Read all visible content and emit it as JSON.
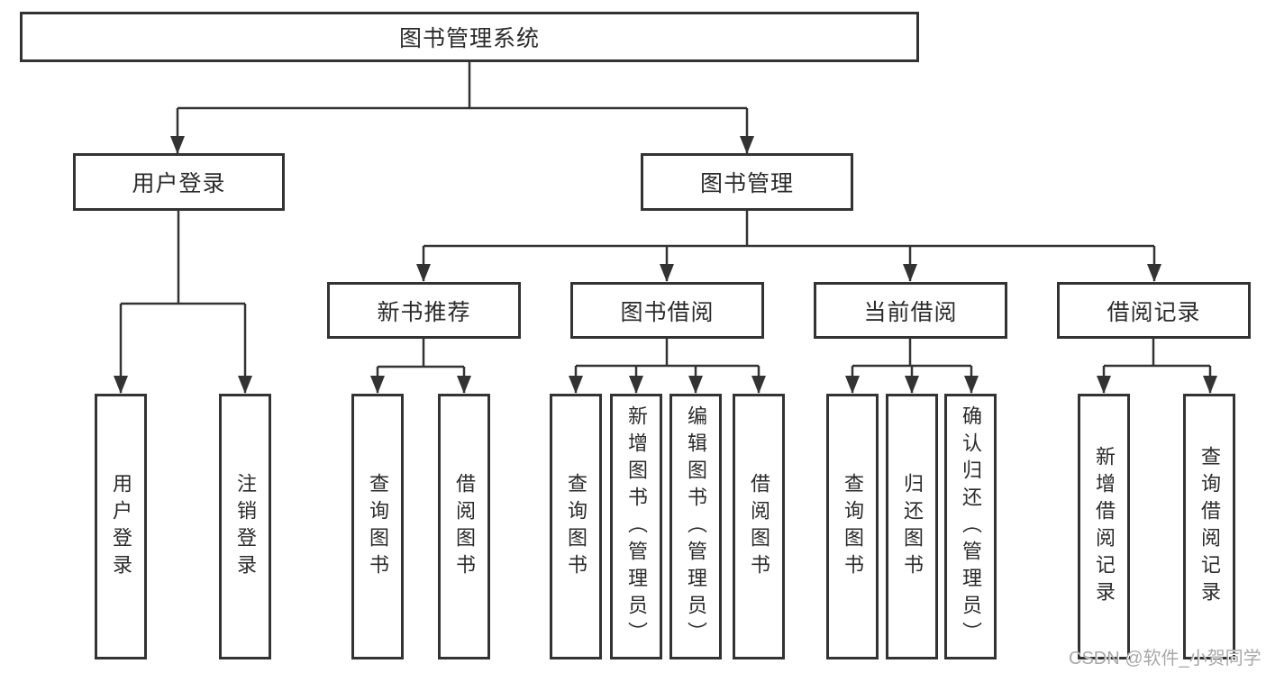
{
  "diagram": {
    "root": {
      "label": "图书管理系统"
    },
    "branches": [
      {
        "label": "用户登录",
        "children": [
          {
            "label": "用户登录"
          },
          {
            "label": "注销登录"
          }
        ]
      },
      {
        "label": "图书管理",
        "children": [
          {
            "label": "新书推荐",
            "children": [
              {
                "label": "查询图书"
              },
              {
                "label": "借阅图书"
              }
            ]
          },
          {
            "label": "图书借阅",
            "children": [
              {
                "label": "查询图书"
              },
              {
                "label": "新增图书（管理员）"
              },
              {
                "label": "编辑图书（管理员）"
              },
              {
                "label": "借阅图书"
              }
            ]
          },
          {
            "label": "当前借阅",
            "children": [
              {
                "label": "查询图书"
              },
              {
                "label": "归还图书"
              },
              {
                "label": "确认归还（管理员）"
              }
            ]
          },
          {
            "label": "借阅记录",
            "children": [
              {
                "label": "新增借阅记录"
              },
              {
                "label": "查询借阅记录"
              }
            ]
          }
        ]
      }
    ]
  },
  "watermark": {
    "text": "CSDN @软件_小贺同学"
  },
  "colors": {
    "line": "#333333",
    "box_border": "#333333",
    "text": "#2b2b2b",
    "watermark": "#a8a8a8",
    "background": "#ffffff"
  }
}
